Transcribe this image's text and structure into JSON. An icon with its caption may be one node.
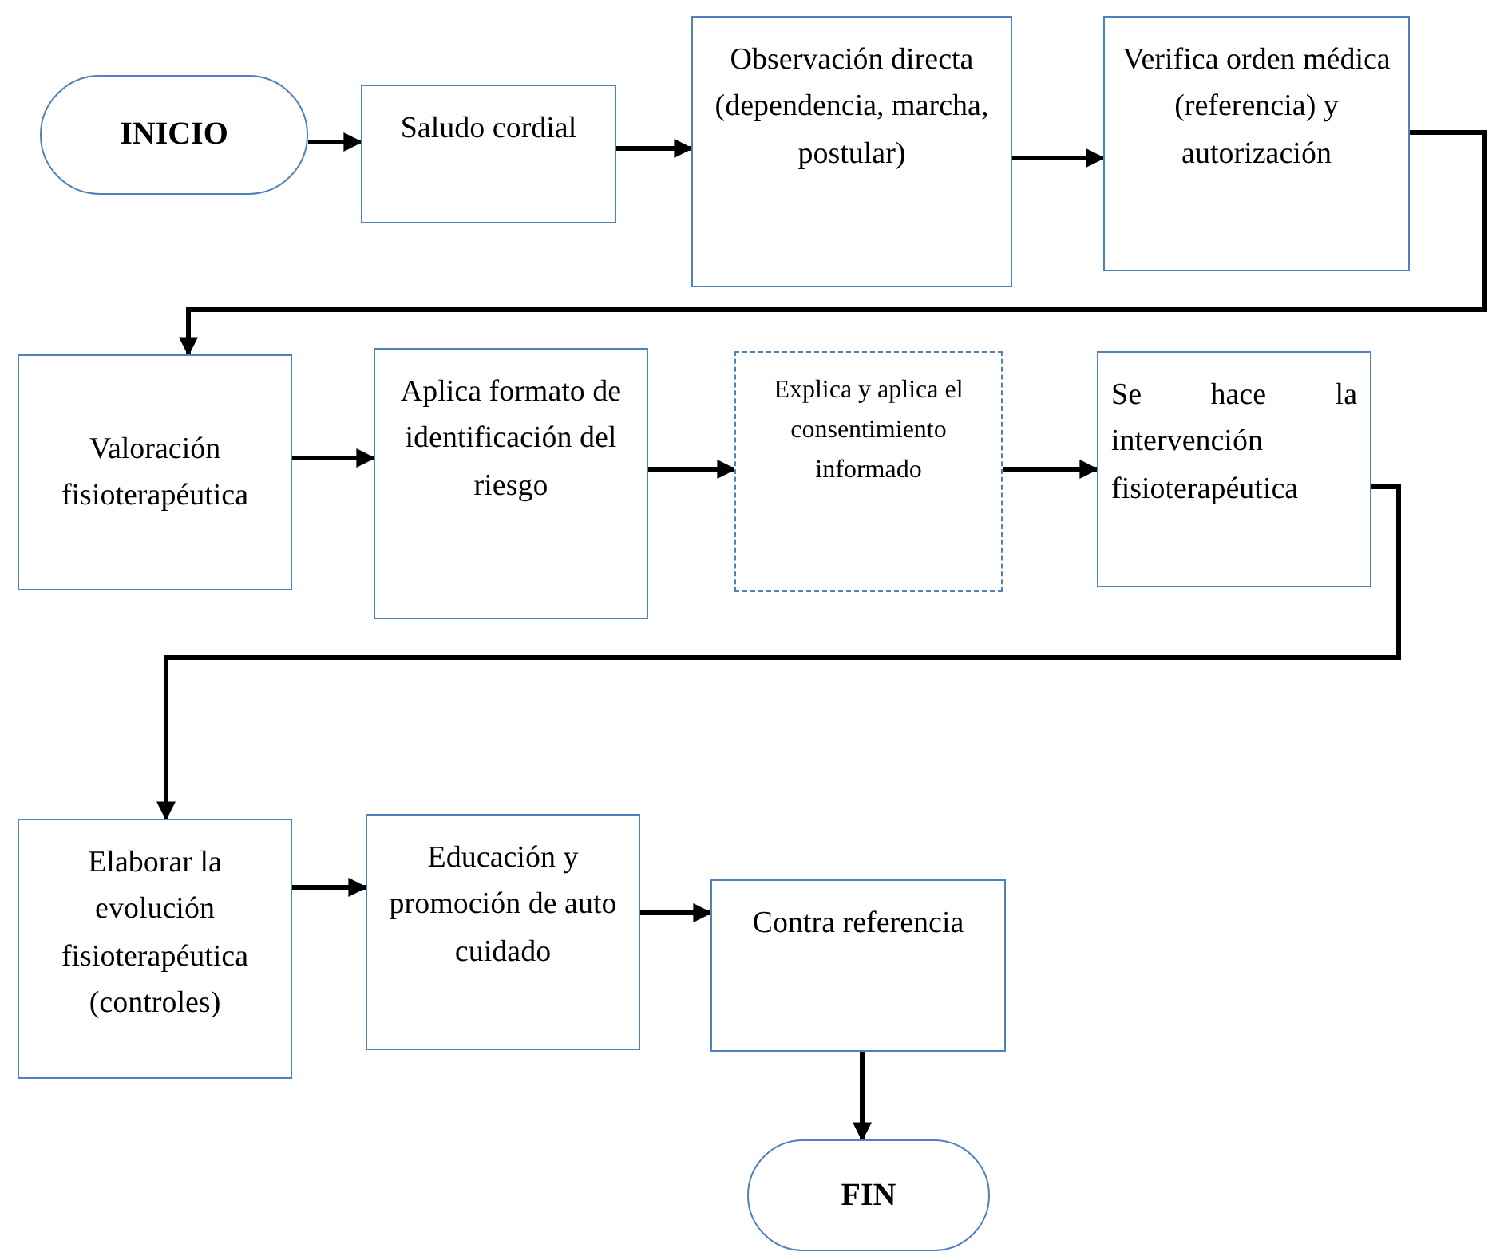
{
  "diagram": {
    "nodes": [
      {
        "text": [
          "INICIO"
        ]
      },
      {
        "text": [
          "Saludo cordial"
        ]
      },
      {
        "text": [
          "Observación directa (dependencia, marcha, postular)"
        ]
      },
      {
        "text": [
          "Verifica orden médica (referencia) y autorización"
        ]
      },
      {
        "text": [
          "Valoración fisioterapéutica"
        ]
      },
      {
        "text": [
          "Aplica formato de identificación del riesgo"
        ]
      },
      {
        "text": [
          "Explica y aplica el consentimiento informado"
        ]
      },
      {
        "text": [
          "Se hace la intervención fisioterapéutica"
        ]
      },
      {
        "text": [
          "Elaborar la evolución fisioterapéutica (controles)"
        ]
      },
      {
        "text": [
          "Educación y promoción de auto cuidado"
        ]
      },
      {
        "text": [
          "Contra referencia"
        ]
      },
      {
        "text": [
          "FIN"
        ]
      }
    ],
    "edges": [
      {
        "from": 0,
        "to": 1,
        "arrow": "to"
      },
      {
        "from": 1,
        "to": 2,
        "arrow": "to"
      },
      {
        "from": 2,
        "to": 3,
        "arrow": "to"
      },
      {
        "from": 3,
        "to": 4,
        "arrow": "to"
      },
      {
        "from": 4,
        "to": 5,
        "arrow": "to"
      },
      {
        "from": 5,
        "to": 6,
        "arrow": "to"
      },
      {
        "from": 6,
        "to": 7,
        "arrow": "to"
      },
      {
        "from": 7,
        "to": 8,
        "arrow": "to"
      },
      {
        "from": 8,
        "to": 9,
        "arrow": "to"
      },
      {
        "from": 9,
        "to": 10,
        "arrow": "to"
      },
      {
        "from": 10,
        "to": 11,
        "arrow": "to"
      }
    ]
  }
}
